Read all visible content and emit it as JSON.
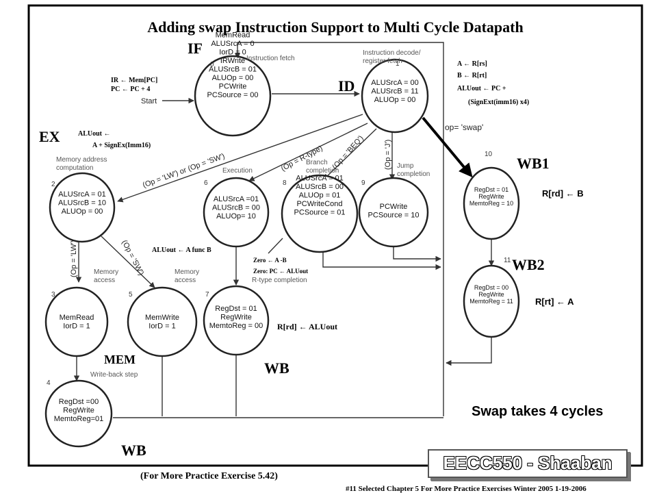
{
  "slide": {
    "title": "Adding swap  Instruction Support to Multi Cycle Datapath",
    "swap_note": "Swap takes 4 cycles",
    "exercise_note": "(For More Practice Exercise 5.42)",
    "footer": "#11   Selected Chapter  5 For More Practice Exercises   Winter 2005 1-19-2006",
    "brand": "EECC550 - Shaaban"
  },
  "phases": {
    "if": "IF",
    "id": "ID",
    "ex": "EX",
    "mem": "MEM",
    "wb_left": "WB",
    "wb_mid": "WB",
    "wb1": "WB1",
    "wb2": "WB2"
  },
  "states": [
    {
      "num": "0",
      "stage": "Instruction fetch",
      "lines": [
        "MemRead",
        "ALUSrcA = 0",
        "IorD = 0",
        "IRWrite",
        "ALUSrcB = 01",
        "ALUOp = 00",
        "PCWrite",
        "PCSource = 00"
      ]
    },
    {
      "num": "1",
      "stage": "Instruction decode/ register fetch",
      "lines": [
        "ALUSrcA = 00",
        "ALUSrcB = 11",
        "ALUOp = 00"
      ]
    },
    {
      "num": "2",
      "stage": "Memory address computation",
      "lines": [
        "ALUSrcA = 01",
        "ALUSrcB = 10",
        "ALUOp = 00"
      ]
    },
    {
      "num": "3",
      "stage": "Memory access",
      "lines": [
        "MemRead",
        "IorD = 1"
      ]
    },
    {
      "num": "4",
      "stage": "Write-back step",
      "lines": [
        "RegDst =00",
        "RegWrite",
        "MemtoReg=01"
      ]
    },
    {
      "num": "5",
      "stage": "Memory access",
      "lines": [
        "MemWrite",
        "IorD = 1"
      ]
    },
    {
      "num": "6",
      "stage": "Execution",
      "lines": [
        "ALUSrcA =01",
        "ALUSrcB = 00",
        "ALUOp= 10"
      ]
    },
    {
      "num": "7",
      "stage": "R-type completion",
      "lines": [
        "RegDst = 01",
        "RegWrite",
        "MemtoReg = 00"
      ]
    },
    {
      "num": "8",
      "stage": "Branch completion",
      "lines": [
        "ALUSrcA = 01",
        "ALUSrcB = 00",
        "ALUOp = 01",
        "PCWriteCond",
        "PCSource = 01"
      ]
    },
    {
      "num": "9",
      "stage": "Jump completion",
      "lines": [
        "PCWrite",
        "PCSource = 10"
      ]
    },
    {
      "num": "10",
      "stage": "",
      "lines": [
        "RegDst = 01",
        "RegWrite",
        "MemtoReg = 10"
      ]
    },
    {
      "num": "11",
      "stage": "",
      "lines": [
        "RegDst = 00",
        "RegWrite",
        "MemtoReg = 11"
      ]
    }
  ],
  "transitions": {
    "start": "Start",
    "lw_sw": "(Op = 'LW') or (Op = 'SW')",
    "rtype": "(Op = R-type)",
    "beq": "(Op = 'BEQ')",
    "jump": "(Op = 'J')",
    "swap": "op= 'swap'",
    "lw": "(Op = 'LW')",
    "sw": "(Op = 'SW')"
  },
  "annotations": {
    "if_ops": [
      "IR  ←  Mem[PC]",
      "PC  ←  PC + 4"
    ],
    "id_ops": [
      "A  ←  R[rs]",
      "B  ←  R[rt]",
      "ALUout ←  PC +",
      "(SignExt(imm16) x4)"
    ],
    "ex_ops": [
      "ALUout  ←",
      "A + SignEx(Imm16)"
    ],
    "rtype_ex": "ALUout ← A  func B",
    "branch_ops": [
      "Zero ← A -B",
      "Zero:  PC  ←  ALUout"
    ],
    "rtype_wb": "R[rd]  ← ALUout",
    "wb1": "R[rd]   ←   B",
    "wb2": "R[rt]   ←   A"
  }
}
